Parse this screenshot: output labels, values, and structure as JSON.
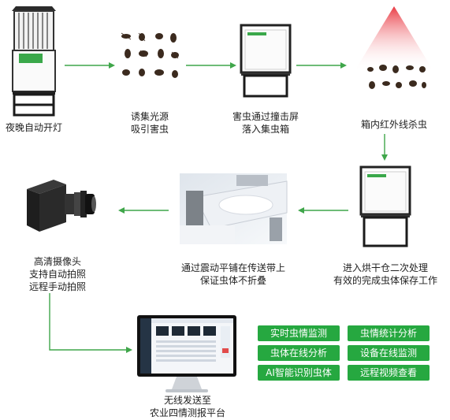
{
  "colors": {
    "arrow": "#3fa64a",
    "badge": "#26a840",
    "badge_text": "#ffffff",
    "dark": "#1b1b1b",
    "screen_green": "#3aa84a"
  },
  "steps": {
    "night_light": {
      "lines": [
        "夜晚自动开灯"
      ]
    },
    "lure": {
      "lines": [
        "诱集光源",
        "吸引害虫"
      ]
    },
    "impact": {
      "lines": [
        "害虫通过撞击屏",
        "落入集虫箱"
      ]
    },
    "infrared": {
      "lines": [
        "箱内红外线杀虫"
      ]
    },
    "camera": {
      "lines": [
        "高清摄像头",
        "支持自动拍照",
        "远程手动拍照"
      ]
    },
    "conveyor": {
      "lines": [
        "通过震动平铺在传送带上",
        "保证虫体不折叠"
      ]
    },
    "dryer": {
      "lines": [
        "进入烘干仓二次处理",
        "有效的完成虫体保存工作"
      ]
    },
    "platform": {
      "lines": [
        "无线发送至",
        "农业四情测报平台"
      ]
    }
  },
  "features": [
    "实时虫情监测",
    "虫情统计分析",
    "虫体在线分析",
    "设备在线监测",
    "AI智能识别虫体",
    "远程视频查看"
  ],
  "icons": [
    "insect-trap-device-icon",
    "insects-icon",
    "impact-screen-icon",
    "infrared-insects-icon",
    "camera-icon",
    "conveyor-photo",
    "dryer-device-icon",
    "monitor-icon",
    "arrow-icon"
  ]
}
